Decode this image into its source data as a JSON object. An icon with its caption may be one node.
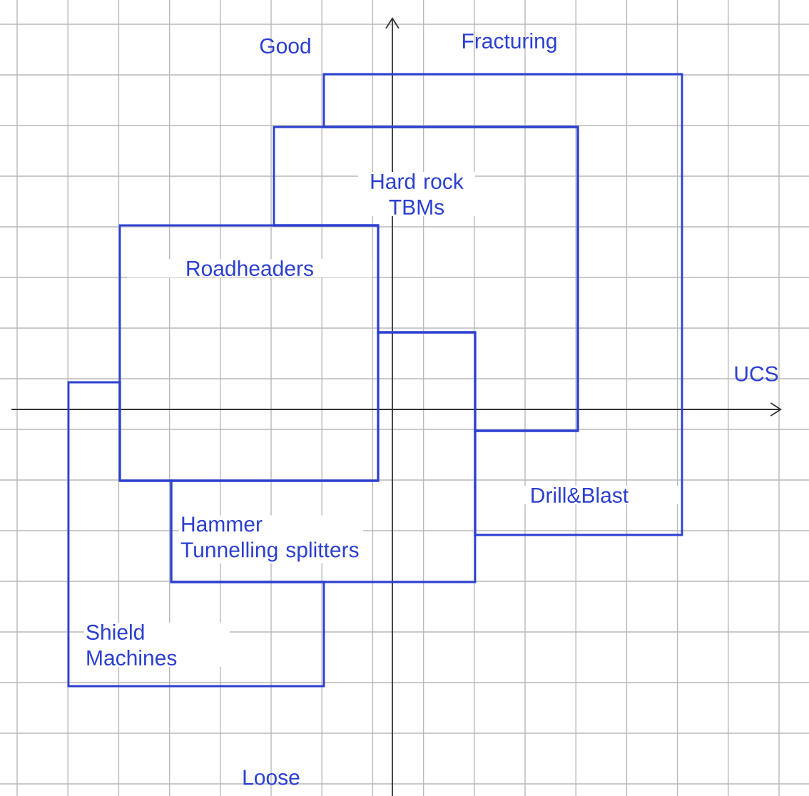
{
  "diagram": {
    "nodes": [
      {
        "text": [
          "Hard rock TBMs"
        ]
      },
      {
        "text": [
          "Roadheaders"
        ]
      },
      {
        "text": [
          "Drill&Blast"
        ]
      },
      {
        "text": [
          "Hammer Tunnelling splitters"
        ]
      },
      {
        "text": [
          "Shield Machines"
        ]
      }
    ],
    "labels": [
      "Good",
      "Fracturing",
      "UCS",
      "Loose"
    ]
  }
}
